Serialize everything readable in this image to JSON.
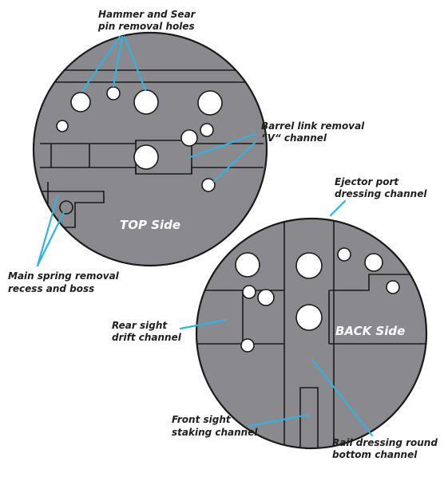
{
  "diagram": {
    "top_side_label": "TOP Side",
    "back_side_label": "BACK Side",
    "callouts": {
      "hammer_sear": [
        "Hammer and Sear",
        "pin removal holes"
      ],
      "barrel_link": [
        "Barrel link removal",
        "“V“ channel"
      ],
      "main_spring": [
        "Main spring removal",
        "recess and boss"
      ],
      "ejector_port": [
        "Ejector port",
        "dressing channel"
      ],
      "rear_sight": [
        "Rear sight",
        "drift channel"
      ],
      "front_sight": [
        "Front sight",
        "staking channel"
      ],
      "rail_dressing": [
        "Rail dressing round",
        "bottom channel"
      ]
    },
    "colors": {
      "plate": "#8a8a8e",
      "outline": "#1a1a1a",
      "pointer": "#2fb3e3",
      "hole": "#ffffff"
    }
  }
}
